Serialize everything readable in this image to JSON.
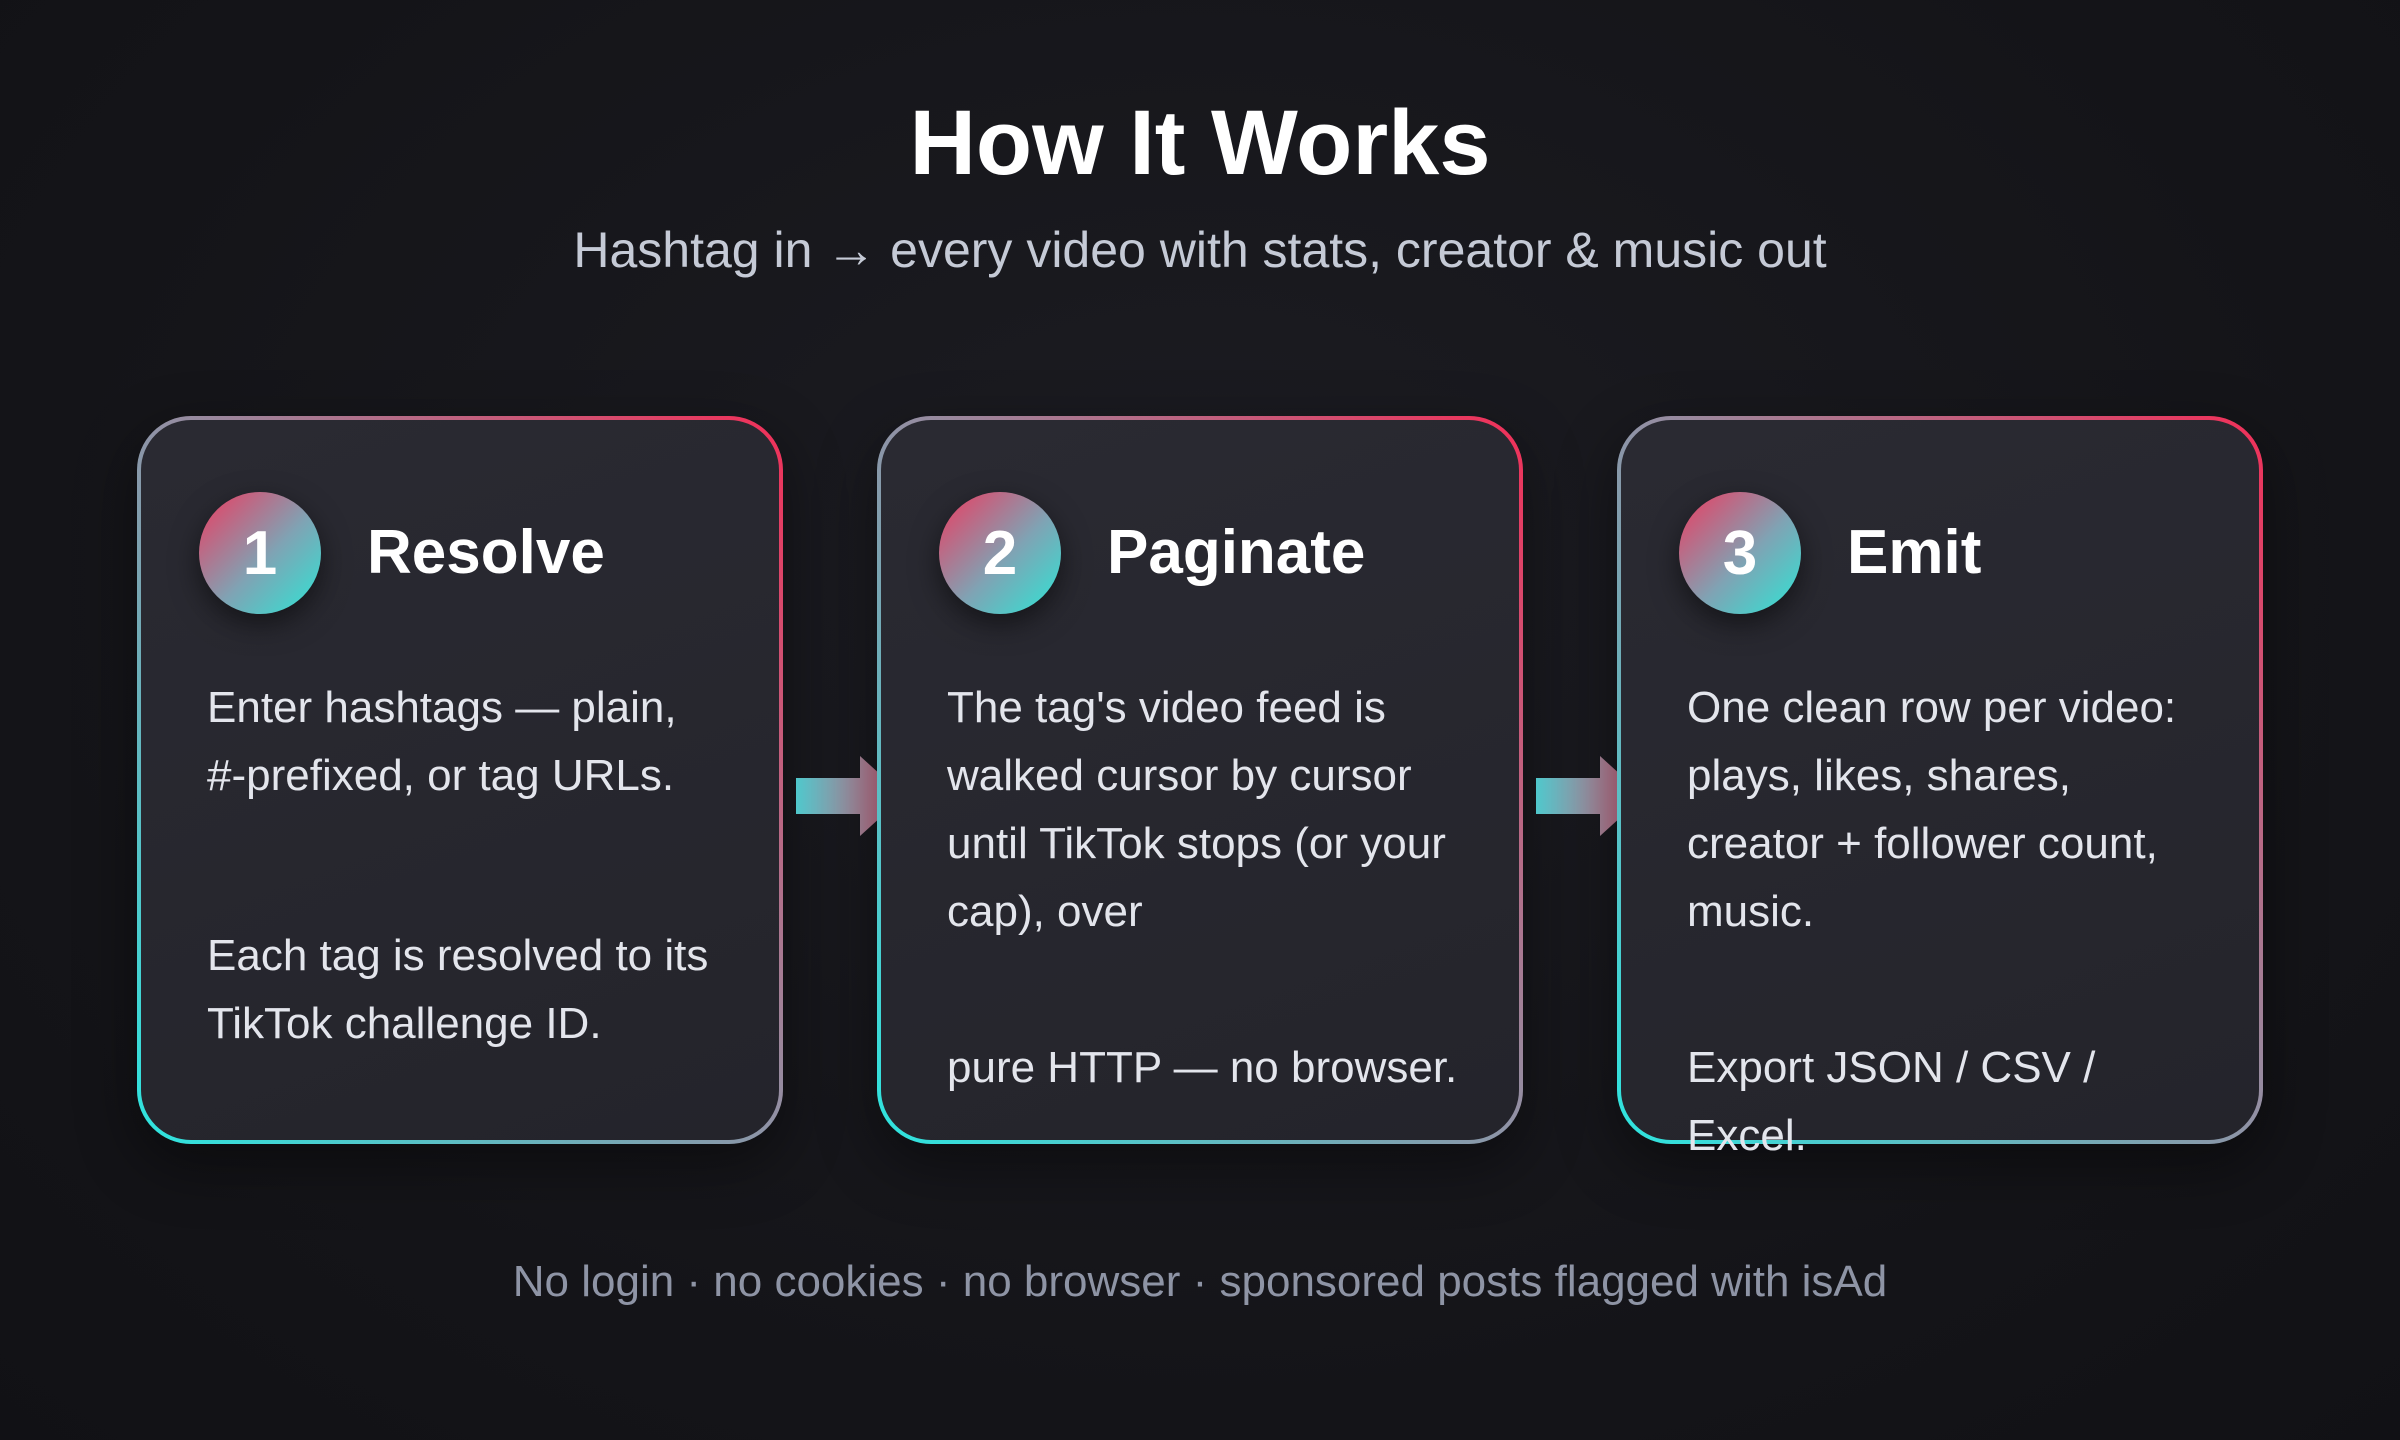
{
  "header": {
    "title": "How It Works",
    "subtitle": "Hashtag in → every video with stats, creator & music out"
  },
  "steps": [
    {
      "number": "1",
      "title": "Resolve",
      "paragraph1": "Enter hashtags — plain, #-prefixed, or tag URLs.",
      "paragraph2": "Each tag is resolved to its TikTok challenge ID."
    },
    {
      "number": "2",
      "title": "Paginate",
      "paragraph1": "The tag's video feed is walked cursor by cursor until TikTok stops (or your cap), over",
      "paragraph2": "pure HTTP — no browser."
    },
    {
      "number": "3",
      "title": "Emit",
      "paragraph1": "One clean row per video: plays, likes, shares, creator + follower count, music.",
      "paragraph2": "Export JSON / CSV / Excel."
    }
  ],
  "footer": {
    "note": "No login · no cookies · no browser · sponsored posts flagged with isAd"
  },
  "colors": {
    "accent_pink": "#f22f58",
    "accent_cyan": "#2de6e0",
    "background": "#141418",
    "card": "#26262d"
  },
  "icons": {
    "connector": "right-arrow-icon"
  }
}
